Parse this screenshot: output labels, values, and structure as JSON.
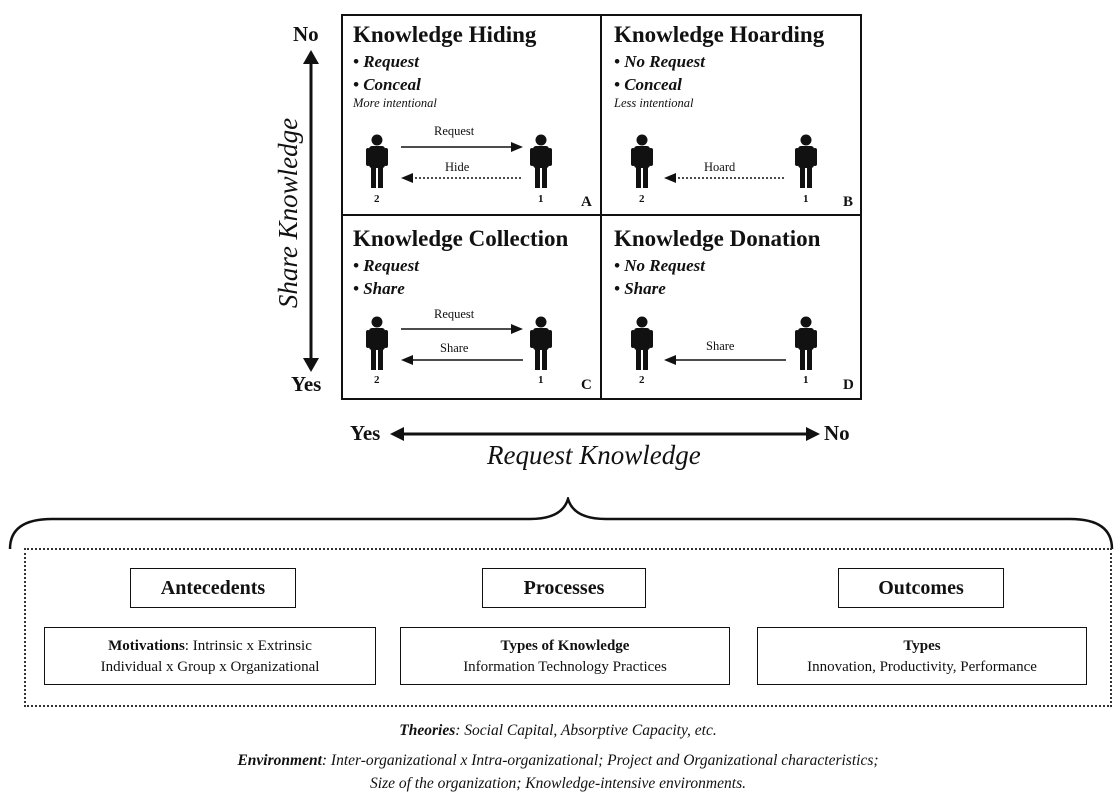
{
  "axes": {
    "vertical": {
      "title": "Share Knowledge",
      "top_label": "No",
      "bottom_label": "Yes"
    },
    "horizontal": {
      "title": "Request Knowledge",
      "left_label": "Yes",
      "right_label": "No"
    }
  },
  "quadrants": [
    {
      "title": "Knowledge Hiding",
      "bullets": [
        "• Request",
        "• Conceal"
      ],
      "note": "More intentional",
      "letter": "A",
      "person_left": "2",
      "person_right": "1",
      "top_arrow_label": "Request",
      "bottom_arrow_label": "Hide"
    },
    {
      "title": "Knowledge Hoarding",
      "bullets": [
        "• No Request",
        "• Conceal"
      ],
      "note": "Less intentional",
      "letter": "B",
      "person_left": "2",
      "person_right": "1",
      "top_arrow_label": "",
      "bottom_arrow_label": "Hoard"
    },
    {
      "title": "Knowledge Collection",
      "bullets": [
        "• Request",
        "• Share"
      ],
      "note": "",
      "letter": "C",
      "person_left": "2",
      "person_right": "1",
      "top_arrow_label": "Request",
      "bottom_arrow_label": "Share"
    },
    {
      "title": "Knowledge Donation",
      "bullets": [
        "• No Request",
        "• Share"
      ],
      "note": "",
      "letter": "D",
      "person_left": "2",
      "person_right": "1",
      "top_arrow_label": "",
      "bottom_arrow_label": "Share"
    }
  ],
  "framework": {
    "antecedents": {
      "header": "Antecedents",
      "line1_bold": "Motivations",
      "line1_rest": ": Intrinsic x Extrinsic",
      "line2": "Individual x Group x Organizational"
    },
    "processes": {
      "header": "Processes",
      "line1_bold": "Types of Knowledge",
      "line2": "Information Technology Practices"
    },
    "outcomes": {
      "header": "Outcomes",
      "line1_bold": "Types",
      "line2": "Innovation, Productivity, Performance"
    }
  },
  "footer": {
    "theories_bold": "Theories",
    "theories_rest": ": Social Capital, Absorptive Capacity, etc.",
    "environment_bold": "Environment",
    "environment_rest": ": Inter-organizational x Intra-organizational; Project and Organizational characteristics;",
    "environment_line2": "Size of the organization; Knowledge-intensive environments."
  }
}
